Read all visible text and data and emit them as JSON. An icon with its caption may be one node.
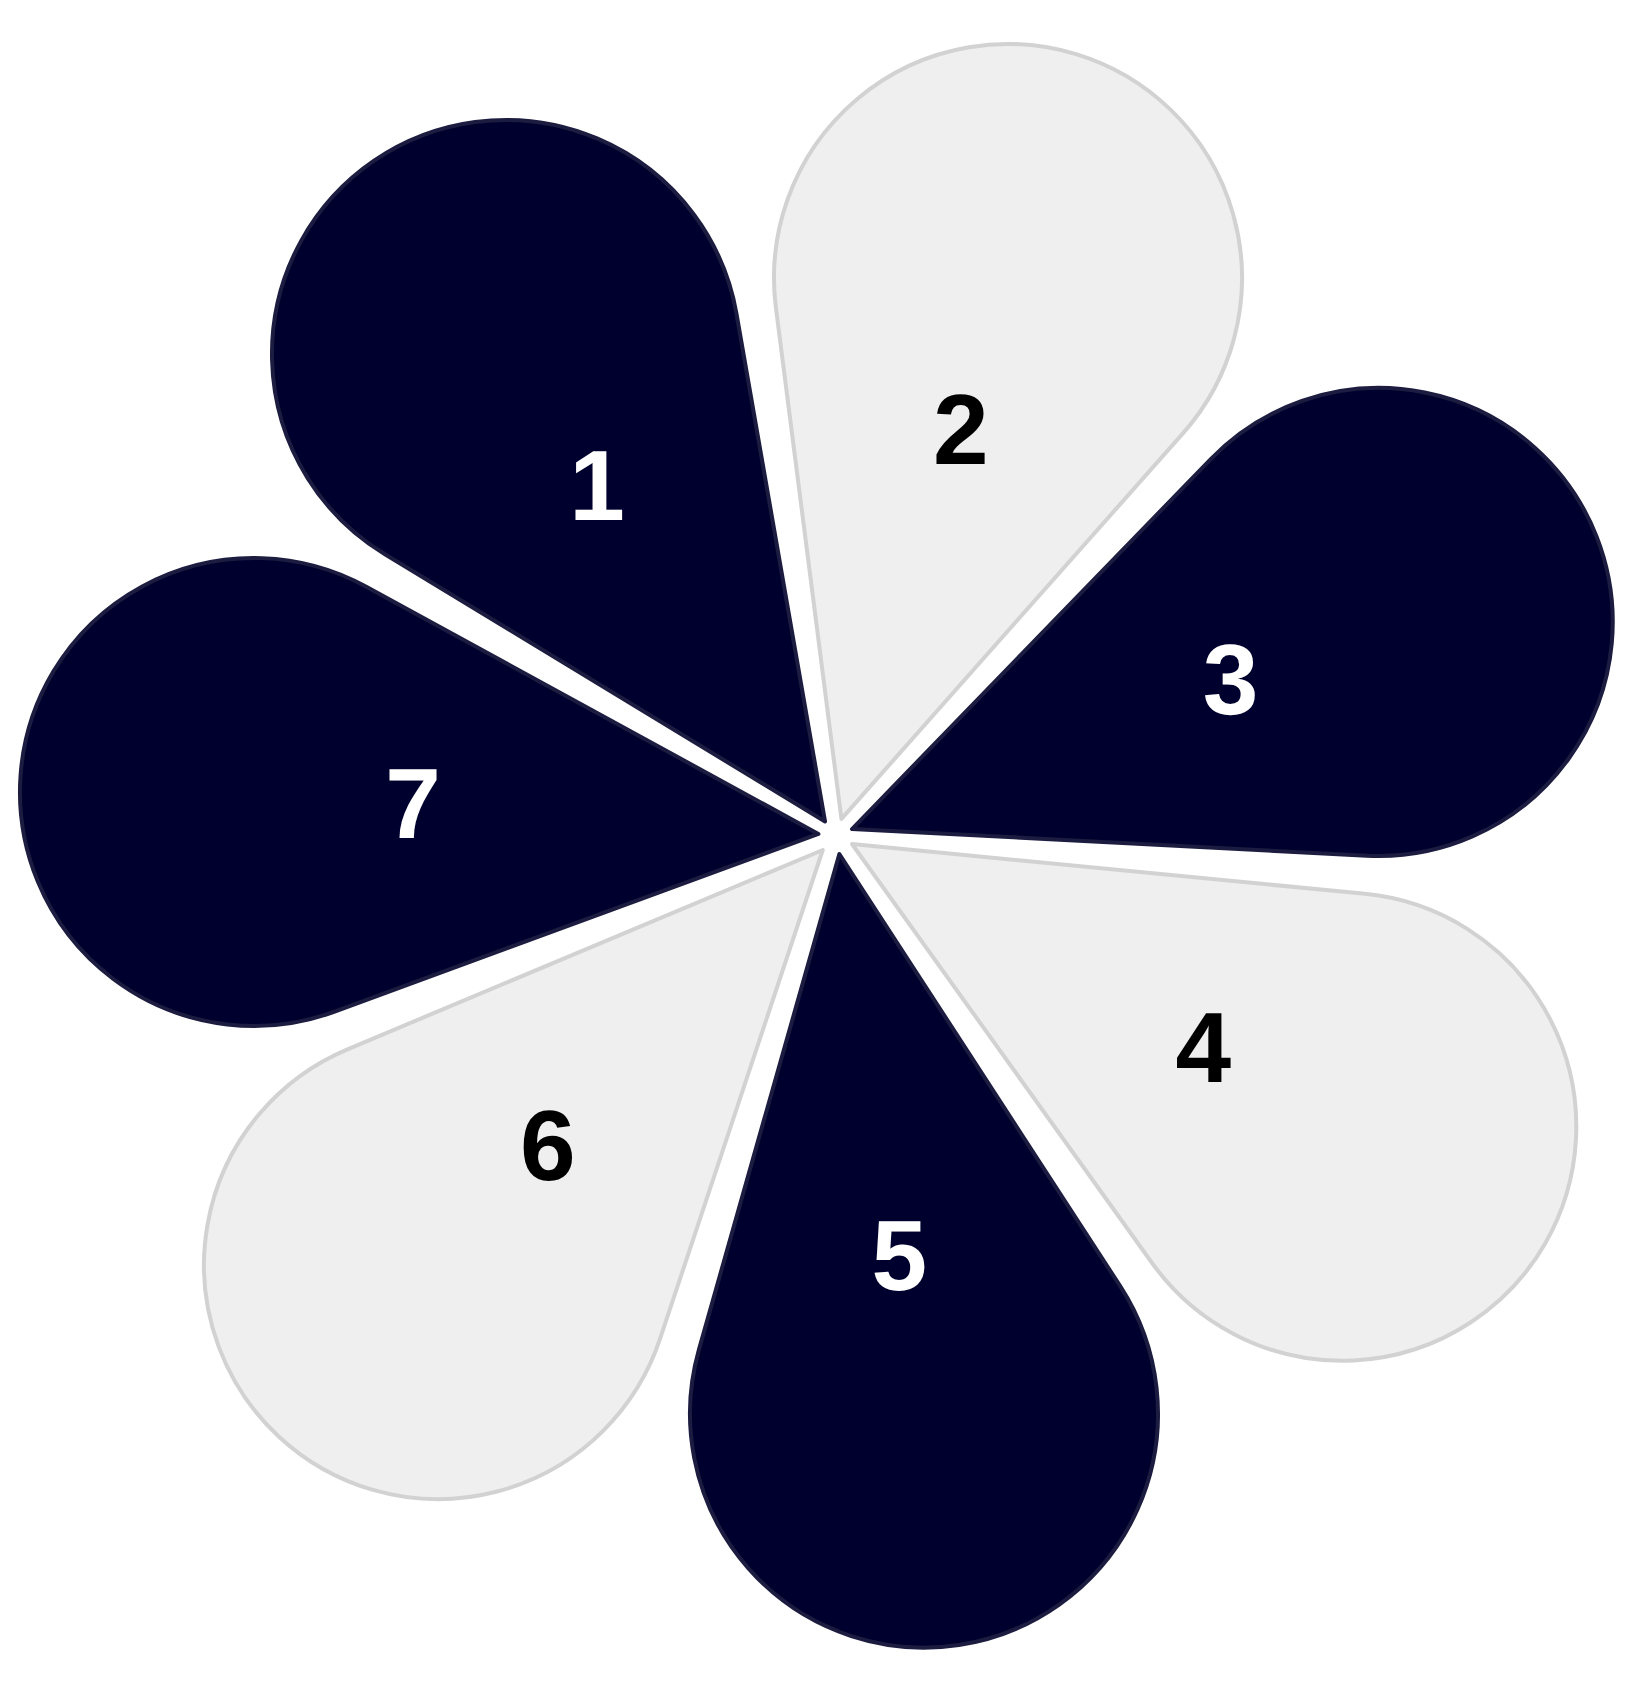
{
  "diagram": {
    "nodes": [
      {
        "text": [
          "1"
        ]
      },
      {
        "text": [
          "2"
        ]
      },
      {
        "text": [
          "3"
        ]
      },
      {
        "text": [
          "4"
        ]
      },
      {
        "text": [
          "5"
        ]
      },
      {
        "text": [
          "6"
        ]
      },
      {
        "text": [
          "7"
        ]
      }
    ]
  }
}
